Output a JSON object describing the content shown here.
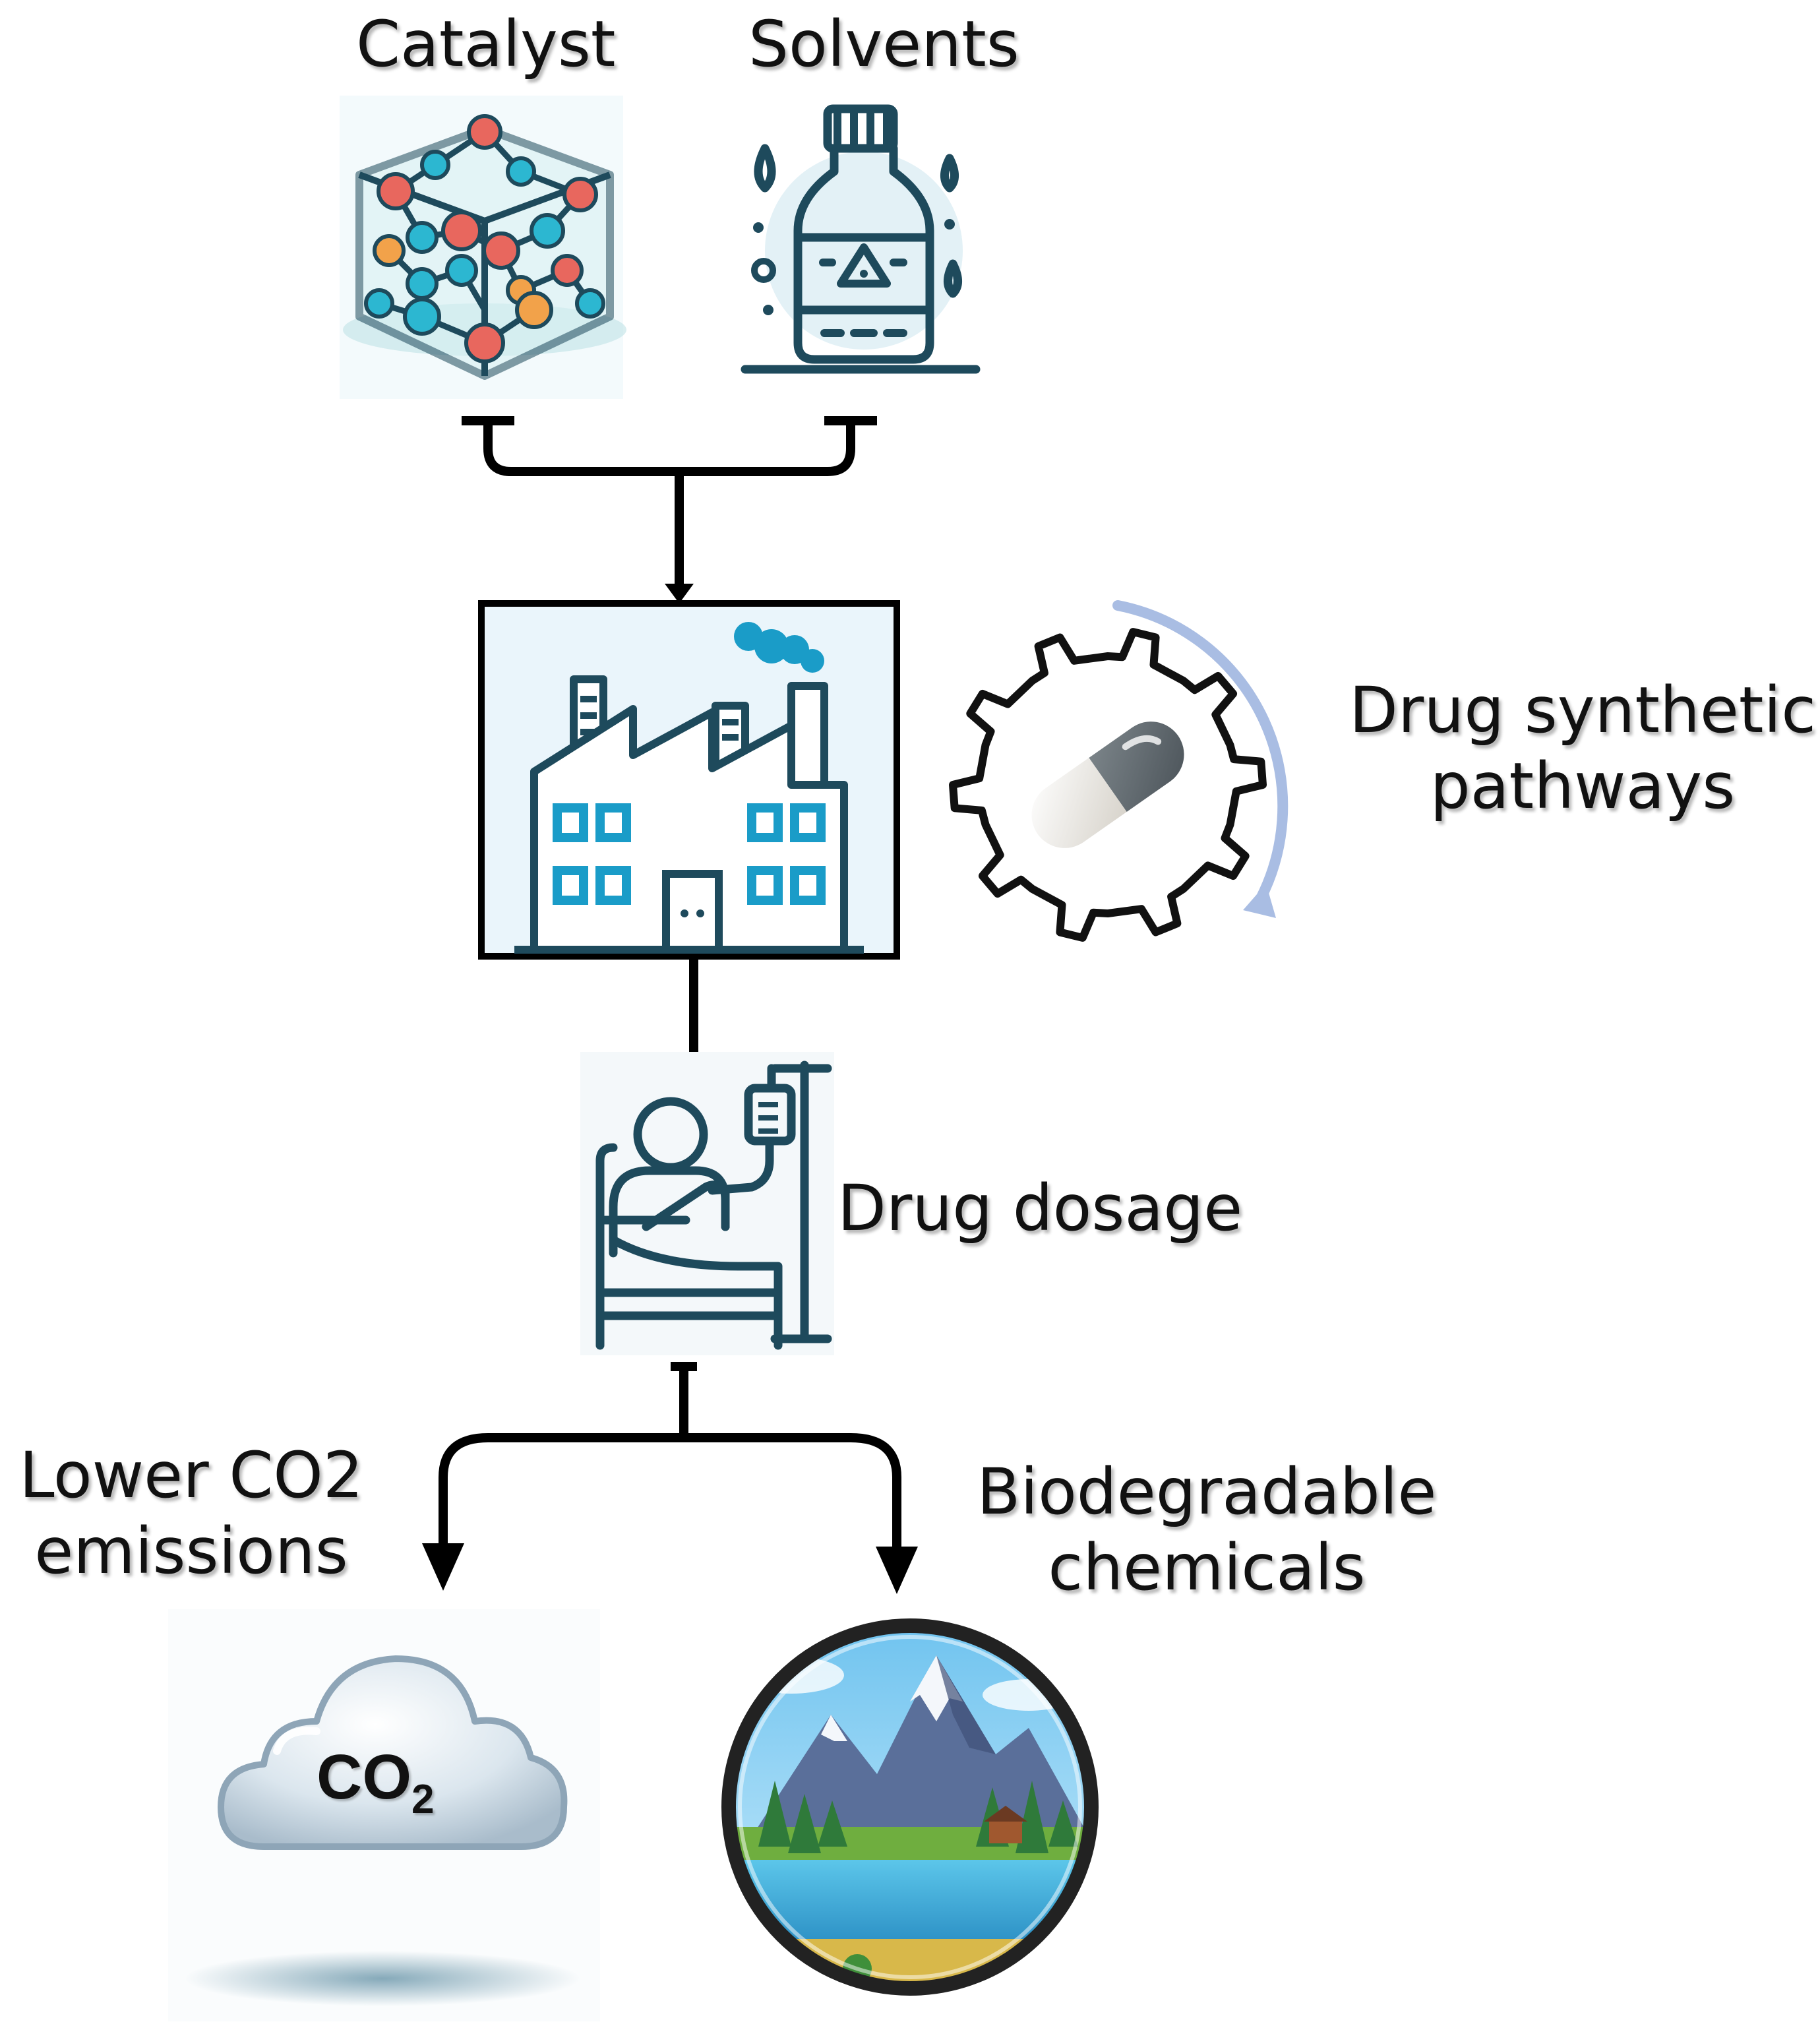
{
  "labels": {
    "catalyst": "Catalyst",
    "solvents": "Solvents",
    "synthetic_line1": "Drug synthetic",
    "synthetic_line2": "pathways",
    "dosage": "Drug dosage",
    "co2_line1": "Lower CO2",
    "co2_line2": "emissions",
    "bio_line1": "Biodegradable",
    "bio_line2": "chemicals",
    "cloud_text_main": "CO",
    "cloud_text_sub": "2"
  },
  "colors": {
    "arrow": "#000000",
    "icon_stroke": "#1e4a5c",
    "factory_window": "#1a9cc8",
    "panel_bg": "#eaf5fb",
    "cycle_arrow": "#a9bde3",
    "capsule_dark": "#5e676d",
    "capsule_light": "#eeeeee"
  },
  "icons": {
    "catalyst": "crystal-lattice-icon",
    "solvents": "solvent-bottle-icon",
    "factory": "factory-icon",
    "gear": "gear-capsule-icon",
    "patient": "patient-iv-bed-icon",
    "cloud": "co2-cloud-icon",
    "nature": "mountain-lake-icon"
  }
}
